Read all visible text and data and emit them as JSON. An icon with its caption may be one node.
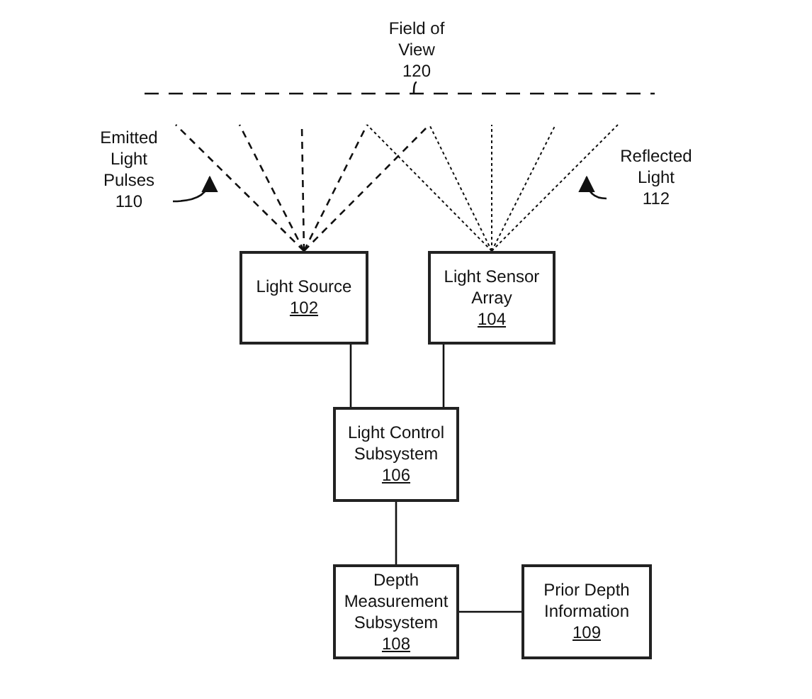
{
  "diagram": {
    "nodes": [
      {
        "text": [
          "Field of View",
          "120"
        ]
      },
      {
        "text": [
          "Emitted Light Pulses",
          "110"
        ]
      },
      {
        "text": [
          "Reflected Light",
          "112"
        ]
      },
      {
        "text": [
          "Light Source",
          "102"
        ]
      },
      {
        "text": [
          "Light Sensor Array",
          "104"
        ]
      },
      {
        "text": [
          "Light Control Subsystem",
          "106"
        ]
      },
      {
        "text": [
          "Depth Measurement Subsystem",
          "108"
        ]
      },
      {
        "text": [
          "Prior Depth Information",
          "109"
        ]
      }
    ],
    "edges": [
      {
        "from": 0,
        "to": null,
        "arrow": "none"
      },
      {
        "from": 1,
        "to": null,
        "arrow": "to"
      },
      {
        "from": 2,
        "to": null,
        "arrow": "to"
      },
      {
        "from": 3,
        "to": 5,
        "arrow": "none"
      },
      {
        "from": 4,
        "to": 5,
        "arrow": "none"
      },
      {
        "from": 5,
        "to": 6,
        "arrow": "none"
      },
      {
        "from": 6,
        "to": 7,
        "arrow": "none"
      }
    ]
  }
}
